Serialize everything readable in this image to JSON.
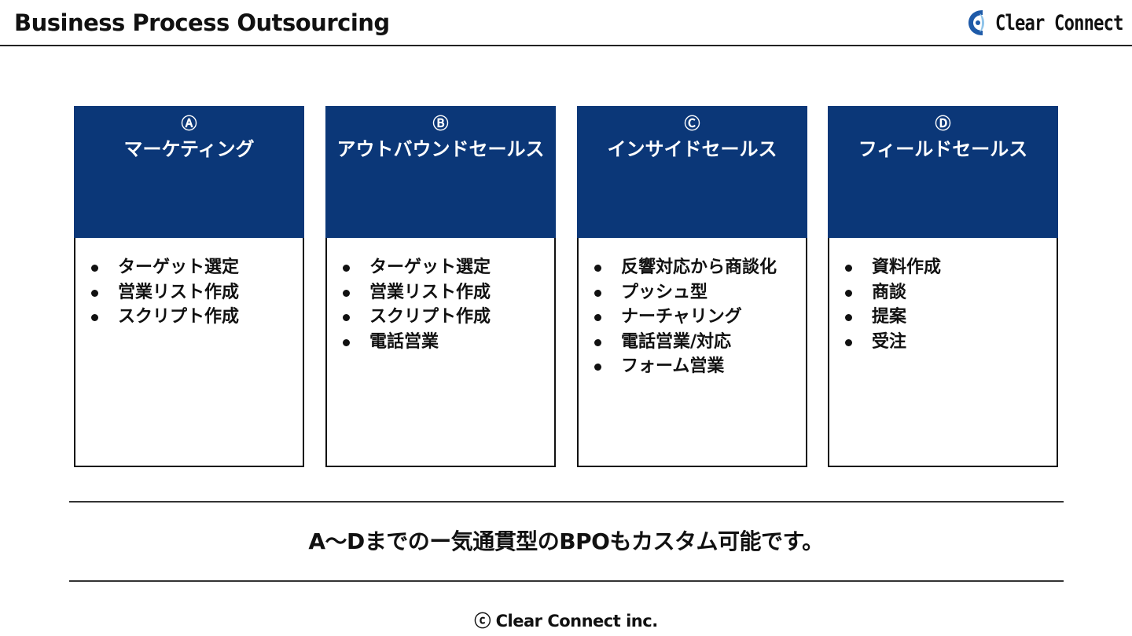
{
  "header": {
    "title": "Business Process Outsourcing",
    "logo_text": "Clear Connect"
  },
  "columns": [
    {
      "letter": "Ⓐ",
      "title": "マーケティング",
      "items": [
        "ターゲット選定",
        "営業リスト作成",
        "スクリプト作成"
      ]
    },
    {
      "letter": "Ⓑ",
      "title": "アウトバウンドセールス",
      "items": [
        "ターゲット選定",
        "営業リスト作成",
        "スクリプト作成",
        "電話営業"
      ]
    },
    {
      "letter": "Ⓒ",
      "title": "インサイドセールス",
      "items": [
        "反響対応から商談化",
        "プッシュ型",
        "ナーチャリング",
        "電話営業/対応",
        "フォーム営業"
      ]
    },
    {
      "letter": "Ⓓ",
      "title": "フィールドセールス",
      "items": [
        "資料作成",
        "商談",
        "提案",
        "受注"
      ]
    }
  ],
  "tagline": "A〜Dまでのー気通貫型のBPOもカスタム可能です。",
  "footer": "ⓒ Clear Connect inc.",
  "colors": {
    "header_blue": "#0b3778",
    "logo_blue": "#1e5aa8",
    "logo_light": "#8fc4ea"
  }
}
